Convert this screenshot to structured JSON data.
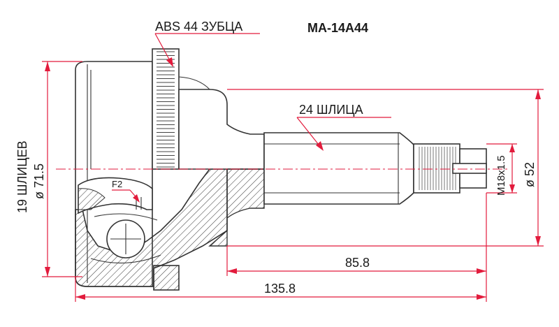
{
  "part_number": "MA-14A44",
  "labels": {
    "abs": "ABS 44 ЗУБЦА",
    "shaft_splines": "24 ШЛИЦА",
    "inner_splines": "19 ШЛИЦЕВ",
    "thread": "M18x1.5",
    "f2": "F2"
  },
  "dimensions": {
    "outer_diameter": "ø 71.5",
    "shaft_diameter": "ø 52",
    "shaft_length": "85.8",
    "total_length": "135.8"
  },
  "colors": {
    "dimension_lines": "#e21b3c",
    "outline": "#333333",
    "text": "#1a1a1a"
  }
}
